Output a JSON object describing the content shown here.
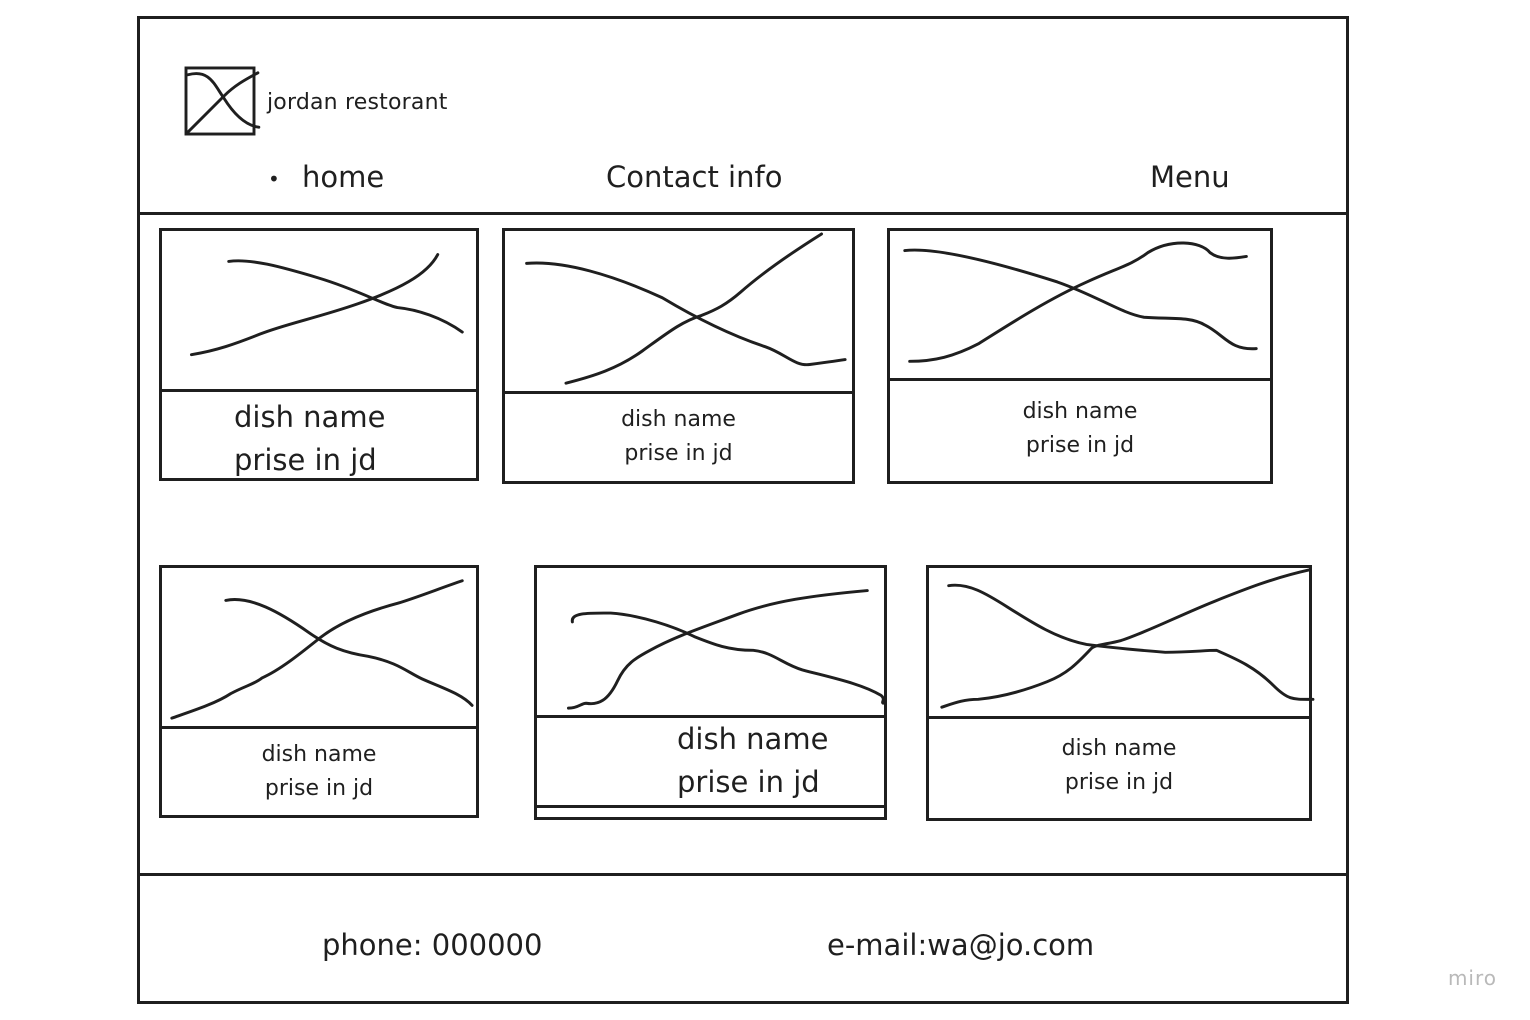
{
  "header": {
    "brand": "jordan restorant",
    "nav": {
      "bullet": "•",
      "home": "home",
      "contact": "Contact info",
      "menu": "Menu"
    }
  },
  "dishes": [
    {
      "name": "dish name",
      "price": "prise in jd"
    },
    {
      "name": "dish name",
      "price": "prise in jd"
    },
    {
      "name": "dish name",
      "price": "prise in jd"
    },
    {
      "name": "dish name",
      "price": "prise in jd"
    },
    {
      "name": "dish name",
      "price": "prise in jd"
    },
    {
      "name": "dish name",
      "price": "prise in jd"
    }
  ],
  "footer": {
    "phone": "phone: 000000",
    "email": "e-mail:wa@jo.com"
  },
  "watermark": "miro",
  "colors": {
    "stroke": "#1f1f1f",
    "background": "#ffffff",
    "watermark": "#b9b9b9"
  }
}
